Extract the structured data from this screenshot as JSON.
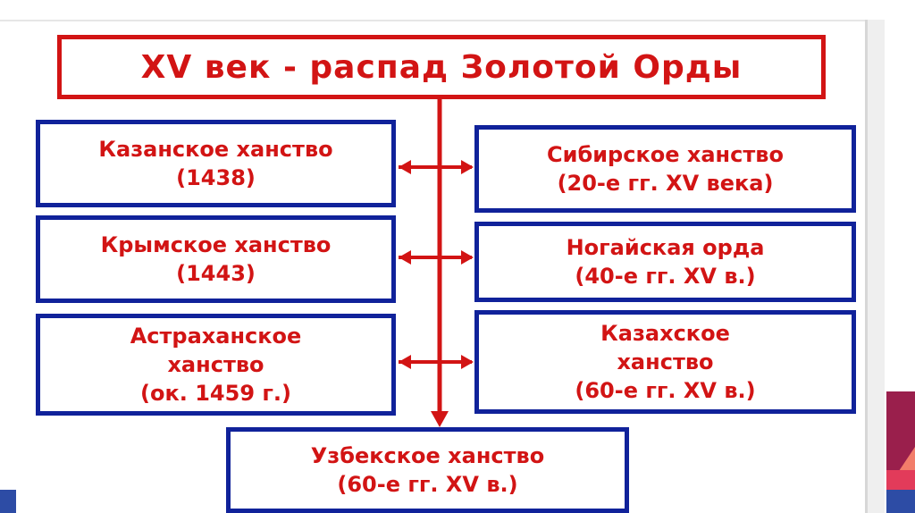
{
  "title": "XV век - распад Золотой Орды",
  "khanates": {
    "kazan": {
      "name": "Казанское ханство",
      "date": "(1438)"
    },
    "sibir": {
      "name": "Сибирское ханство",
      "date": "(20-е гг. XV века)"
    },
    "krym": {
      "name": "Крымское ханство",
      "date": "(1443)"
    },
    "nogai": {
      "name": "Ногайская орда",
      "date": "(40-е гг. XV в.)"
    },
    "astra": {
      "name_line1": "Астраханское",
      "name_line2": "ханство",
      "date": "(ок. 1459 г.)"
    },
    "kazakh": {
      "name_line1": "Казахское",
      "name_line2": "ханство",
      "date": "(60-е гг. XV в.)"
    },
    "uzbek": {
      "name": "Узбекское ханство",
      "date": "(60-е гг. XV в.)"
    }
  },
  "colors": {
    "title_border": "#d21414",
    "text": "#d21414",
    "box_border": "#10229a",
    "connector": "#d21414"
  }
}
